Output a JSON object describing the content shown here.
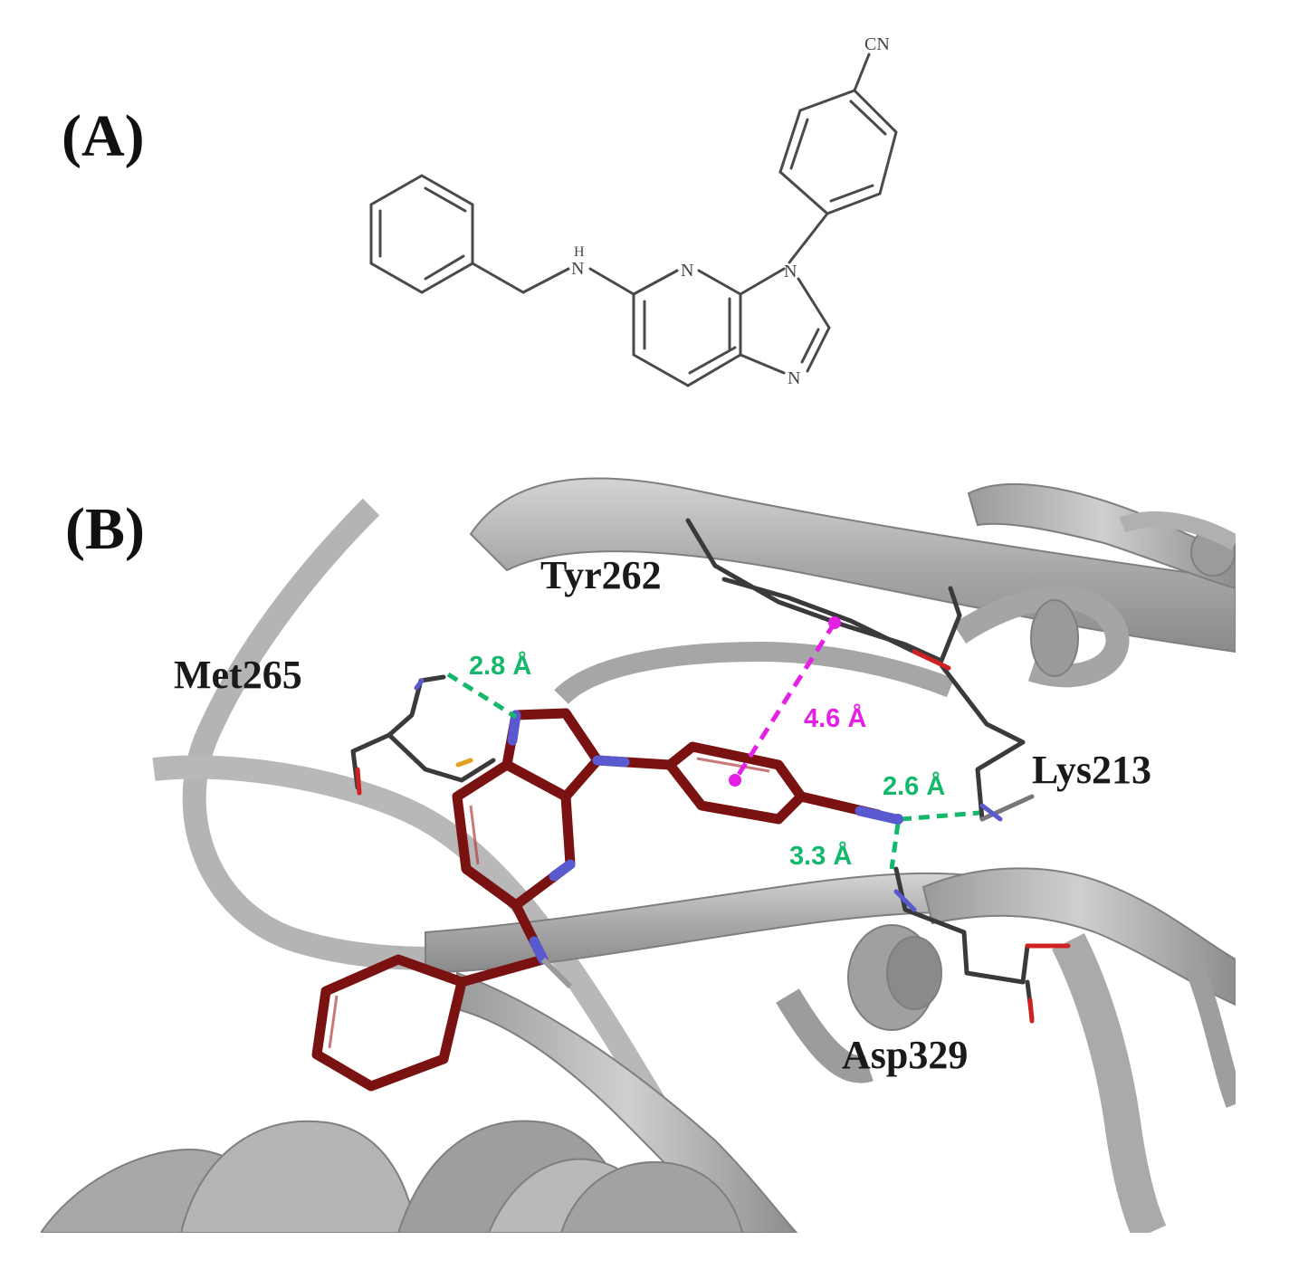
{
  "panel_a": {
    "label": "(A)",
    "atoms": {
      "nitrile": "CN",
      "amine_h": "H",
      "amine_n": "N",
      "pyridine_n": "N",
      "imidazole_n_aryl": "N",
      "imidazole_n": "N"
    }
  },
  "panel_b": {
    "label": "(B)",
    "residues": {
      "tyr": "Tyr262",
      "met": "Met265",
      "lys": "Lys213",
      "asp": "Asp329"
    },
    "distances": {
      "met_hbond": "2.8 Å",
      "tyr_pi": "4.6 Å",
      "lys_hbond": "2.6 Å",
      "asp_hbond": "3.3 Å"
    }
  },
  "colors": {
    "protein_ribbon": "#b8b8b8",
    "ligand": "#7a1212",
    "nitrogen": "#5a5ad0",
    "oxygen": "#d02020",
    "hbond": "#13b86b",
    "pi_interaction": "#e61fe6",
    "residue_stick": "#3a3a3a"
  }
}
